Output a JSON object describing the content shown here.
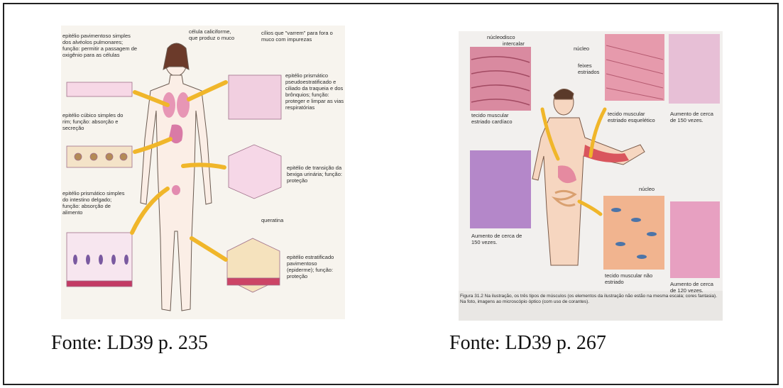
{
  "figure_left": {
    "caption": "Fonte: LD39 p. 235",
    "labels": {
      "alveolos": "epitélio pavimentoso simples dos alvéolos pulmonares; função: permitir a passagem de oxigênio para as células",
      "caliciforme": "célula caliciforme, que produz o muco",
      "cilios": "cílios que \"varrem\" para fora o muco com impurezas",
      "prismatico_pseudo": "epitélio prismático pseudoestratificado e ciliado da traqueia e dos brônquios; função: proteger e limpar as vias respiratórias",
      "cubico": "epitélio cúbico simples do rim; função: absorção e secreção",
      "transicao": "epitélio de transição da bexiga urinária; função: proteção",
      "intestino": "epitélio prismático simples do intestino delgado; função: absorção de alimento",
      "queratina": "queratina",
      "estratificado": "epitélio estratificado pavimentoso (epiderme); função: proteção"
    }
  },
  "figure_right": {
    "caption": "Fonte: LD39 p. 267",
    "labels": {
      "nucleo_top": "núcleo",
      "disco": "disco intercalar",
      "nucleo_sk": "núcleo",
      "feixes": "feixes estriados",
      "cardiaco": "tecido muscular estriado cardíaco",
      "esqueletico": "tecido muscular estriado esquelético",
      "aumento_sk": "Aumento de cerca de 150 vezes.",
      "aumento_card": "Aumento de cerca de 150 vezes.",
      "nucleo_liso": "núcleo",
      "liso": "tecido muscular não estriado",
      "aumento_liso": "Aumento de cerca de 120 vezes.",
      "legenda": "Figura 31.2 Na ilustração, os três tipos de músculos (os elementos da ilustração não estão na mesma escala; cores fantasia). Na foto, imagens ao microscópio óptico (com uso de corantes)."
    }
  },
  "colors": {
    "arrow": "#f0b62a",
    "tissue_pink": "#e9a9c6",
    "muscle_red": "#d9555d",
    "histo_purple": "#b487c9"
  }
}
